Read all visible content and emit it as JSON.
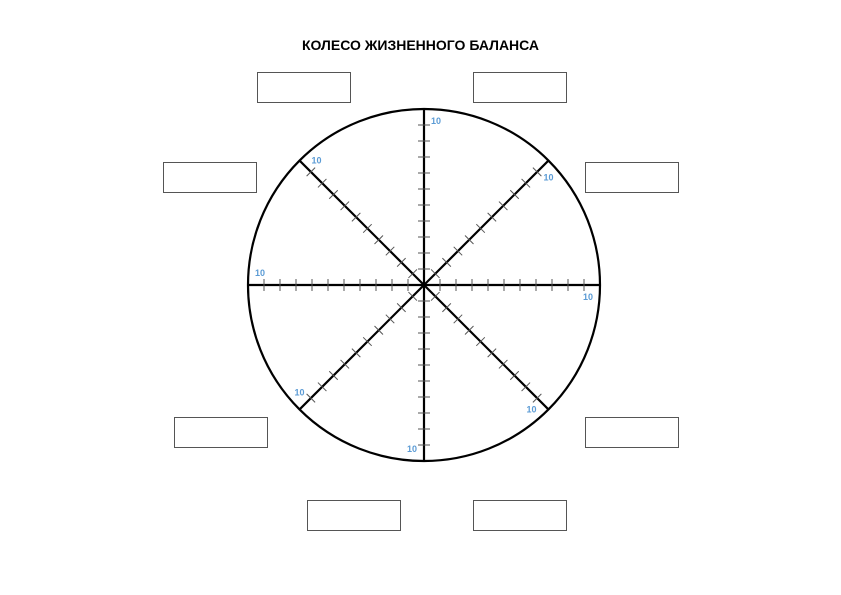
{
  "title": "КОЛЕСО ЖИЗНЕННОГО БАЛАНСА",
  "wheel": {
    "spokes": 8,
    "max_value": 10,
    "scale_label": "10",
    "colors": {
      "line": "#000000",
      "tick": "#555555",
      "scale_label": "#5b9bd5"
    }
  },
  "category_boxes": [
    {
      "id": "top-left",
      "text": ""
    },
    {
      "id": "top-right",
      "text": ""
    },
    {
      "id": "upper-left",
      "text": ""
    },
    {
      "id": "upper-right",
      "text": ""
    },
    {
      "id": "lower-left",
      "text": ""
    },
    {
      "id": "lower-right",
      "text": ""
    },
    {
      "id": "bottom-left",
      "text": ""
    },
    {
      "id": "bottom-right",
      "text": ""
    }
  ]
}
